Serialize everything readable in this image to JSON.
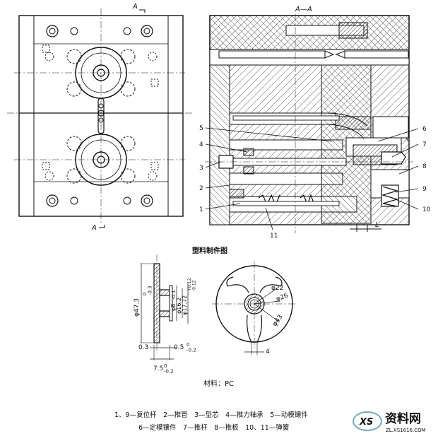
{
  "view": {
    "section_mark": "A",
    "section_title": "A—A"
  },
  "parts": {
    "callouts": [
      "1",
      "2",
      "3",
      "4",
      "5",
      "6",
      "7",
      "8",
      "9",
      "10",
      "11"
    ],
    "dim_L": "L"
  },
  "product": {
    "title": "塑料制件图",
    "material": "材料：PC",
    "dims": {
      "d47": "φ47.3",
      "d47_tol": "0\n-0.3",
      "d8": "φ8",
      "d8_tol": "-0.1",
      "d16": "φ16.2",
      "d17": "φ17.72",
      "d17_tol": "+0.12\n-0.12",
      "d22": "φ22",
      "d26": "φ26",
      "d43": "φ43",
      "t03": "0.3",
      "t05": "0.5",
      "t05_tol": "0\n-0.2",
      "t75": "7.5",
      "t75_tol": "0\n-0.2",
      "w4": "4"
    }
  },
  "legend": {
    "line1": "1、9—复位杆　2—推管　3—型芯　4—推力轴承　5—动模镶件",
    "line2": "6—定模镶件　7—推杆　8—推板　10、11—弹簧"
  },
  "watermark": {
    "brand": "资料网",
    "url": "ZL.XS1616.COM",
    "logo": "XS"
  }
}
